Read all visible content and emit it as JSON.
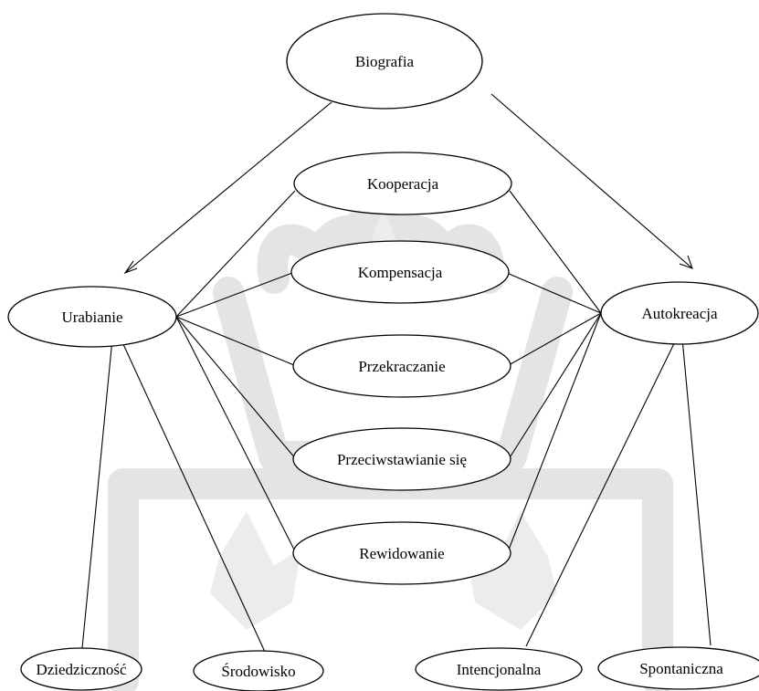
{
  "diagram": {
    "nodes": {
      "biografia": {
        "label": "Biografia"
      },
      "kooperacja": {
        "label": "Kooperacja"
      },
      "kompensacja": {
        "label": "Kompensacja"
      },
      "przekraczanie": {
        "label": "Przekraczanie"
      },
      "przeciwstawianie": {
        "label": "Przeciwstawianie się"
      },
      "rewidowanie": {
        "label": "Rewidowanie"
      },
      "urabianie": {
        "label": "Urabianie"
      },
      "autokreacja": {
        "label": "Autokreacja"
      },
      "dziedzicznosc": {
        "label": "Dziedziczność"
      },
      "srodowisko": {
        "label": "Środowisko"
      },
      "intencjonalna": {
        "label": "Intencjonalna"
      },
      "spontaniczna": {
        "label": "Spontaniczna"
      }
    },
    "edges": [
      {
        "from": "biografia",
        "to": "urabianie",
        "arrow": true
      },
      {
        "from": "biografia",
        "to": "autokreacja",
        "arrow": true
      },
      {
        "from": "urabianie",
        "to": "kooperacja",
        "arrow": false
      },
      {
        "from": "urabianie",
        "to": "kompensacja",
        "arrow": false
      },
      {
        "from": "urabianie",
        "to": "przekraczanie",
        "arrow": false
      },
      {
        "from": "urabianie",
        "to": "przeciwstawianie",
        "arrow": false
      },
      {
        "from": "urabianie",
        "to": "rewidowanie",
        "arrow": false
      },
      {
        "from": "autokreacja",
        "to": "kooperacja",
        "arrow": false
      },
      {
        "from": "autokreacja",
        "to": "kompensacja",
        "arrow": false
      },
      {
        "from": "autokreacja",
        "to": "przekraczanie",
        "arrow": false
      },
      {
        "from": "autokreacja",
        "to": "przeciwstawianie",
        "arrow": false
      },
      {
        "from": "autokreacja",
        "to": "rewidowanie",
        "arrow": false
      },
      {
        "from": "urabianie",
        "to": "dziedzicznosc",
        "arrow": false
      },
      {
        "from": "urabianie",
        "to": "srodowisko",
        "arrow": false
      },
      {
        "from": "autokreacja",
        "to": "intencjonalna",
        "arrow": false
      },
      {
        "from": "autokreacja",
        "to": "spontaniczna",
        "arrow": false
      }
    ]
  },
  "colors": {
    "stroke": "#000000",
    "background": "#ffffff",
    "watermark": "#e4e4e4"
  }
}
